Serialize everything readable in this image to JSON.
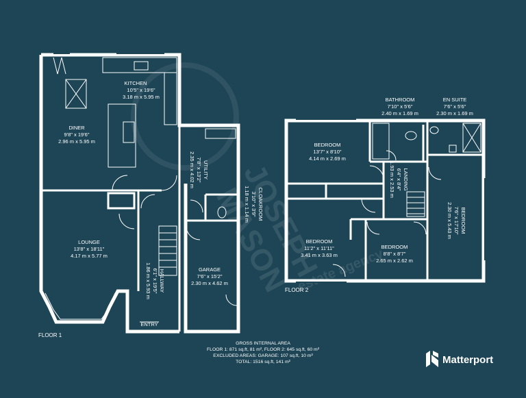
{
  "floors": {
    "ground_label": "FLOOR 1",
    "first_label": "FLOOR 2"
  },
  "rooms": {
    "kitchen": {
      "name": "KITCHEN",
      "imperial": "10'5\" x 19'6\"",
      "metric": "3.18 m x 5.95 m"
    },
    "diner": {
      "name": "DINER",
      "imperial": "9'8\" x 19'6\"",
      "metric": "2.96 m x 5.95 m"
    },
    "lounge": {
      "name": "LOUNGE",
      "imperial": "13'8\" x 18'11\"",
      "metric": "4.17 m x 5.77 m"
    },
    "utility": {
      "name": "UTILITY",
      "imperial": "7'8\" x 13'2\"",
      "metric": "2.35 m x 4.02 m"
    },
    "cloakroom": {
      "name": "CLOAKROOM",
      "imperial": "3'10\" x 3'9\"",
      "metric": "1.18 m x 1.14 m"
    },
    "garage": {
      "name": "GARAGE",
      "imperial": "7'6\" x 15'2\"",
      "metric": "2.30 m x 4.62 m"
    },
    "hallway": {
      "name": "HALLWAY",
      "imperial": "6'1\" x 19'5\"",
      "metric": "1.86 m x 5.93 m"
    },
    "entry": {
      "name": "ENTRY"
    },
    "bathroom": {
      "name": "BATHROOM",
      "imperial": "7'10\" x 5'6\"",
      "metric": "2.40 m x 1.69 m"
    },
    "en_suite": {
      "name": "EN SUITE",
      "imperial": "7'6\" x 5'6\"",
      "metric": "2.30 m x 1.69 m"
    },
    "bedroom1": {
      "name": "BEDROOM",
      "imperial": "13'7\" x 8'10\"",
      "metric": "4.14 m x 2.69 m"
    },
    "landing": {
      "name": "LANDING",
      "imperial": "6'4\" x 8'4\"",
      "metric": "1.93 m x 2.53 m"
    },
    "bedroom2": {
      "name": "BEDROOM",
      "imperial": "7'6\" x 17'10\"",
      "metric": "2.30 m x 5.43 m"
    },
    "bedroom3": {
      "name": "BEDROOM",
      "imperial": "11'2\" x 11'11\"",
      "metric": "3.41 m x 3.63 m"
    },
    "bedroom4": {
      "name": "BEDROOM",
      "imperial": "8'8\" x 8'7\"",
      "metric": "2.65 m x 2.62 m"
    }
  },
  "area": {
    "title": "GROSS INTERNAL AREA",
    "line1": "FLOOR 1: 871 sq.ft, 81 m², FLOOR 2: 645 sq.ft, 60 m²",
    "line2": "EXCLUDED AREAS: GARAGE: 107 sq.ft, 10 m²",
    "line3": "TOTAL: 1516 sq.ft, 141 m²"
  },
  "brand": {
    "name": "Matterport",
    "icon": "matterport-logo-icon"
  },
  "watermark": {
    "line1": "JOSEPH",
    "line2": "MASON",
    "line3": "estate agency"
  },
  "colors": {
    "background": "#1e4556",
    "lines": "#ffffff"
  }
}
